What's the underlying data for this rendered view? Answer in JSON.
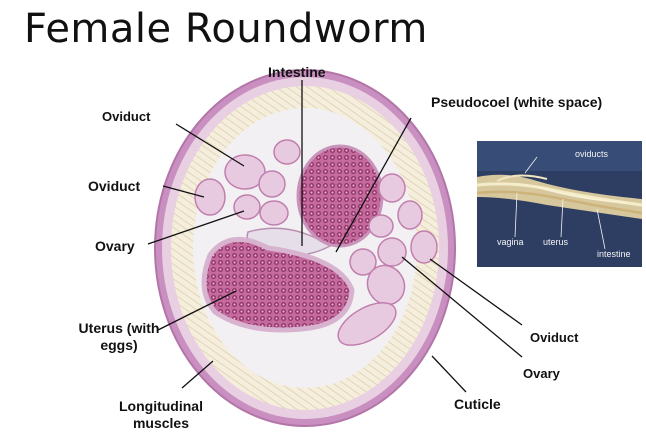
{
  "title": "Female Roundworm",
  "labels": {
    "intestine": "Intestine",
    "pseudocoel": "Pseudocoel (white space)",
    "oviduct_top": "Oviduct",
    "oviduct_left": "Oviduct",
    "ovary_left": "Ovary",
    "uterus_line1": "Uterus (with",
    "uterus_line2": "eggs)",
    "longitudinal_line1": "Longitudinal",
    "longitudinal_line2": "muscles",
    "cuticle": "Cuticle",
    "oviduct_right": "Oviduct",
    "ovary_right": "Ovary"
  },
  "photo_labels": {
    "oviducts": "oviducts",
    "vagina": "vagina",
    "uterus": "uterus",
    "intestine": "intestine"
  },
  "colors": {
    "cuticle": "#c98fc0",
    "tissue": "#e9d0e2",
    "egg_fill": "#b24c86",
    "muscle": "#f3ebd8",
    "pseudocoel": "#f4f2f6",
    "photo_bg": "#2e3e63",
    "worm": "#e0cfa0"
  }
}
